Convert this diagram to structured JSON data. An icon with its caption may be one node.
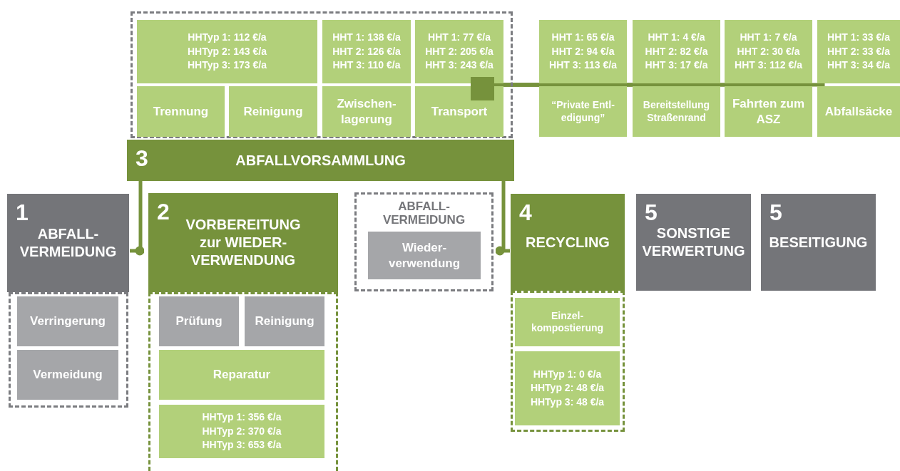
{
  "diagram": {
    "nodes": [
      {
        "text": [],
        "shape": "box"
      },
      {
        "text": [
          "HHTyp 1: 112 €/a HHTyp 2: 143 €/a HHTyp 3: 173 €/a"
        ],
        "in": 0
      },
      {
        "text": [
          "HHT 1: 138 €/a HHT 2: 126 €/a HHT 3: 110 €/a"
        ],
        "in": 0
      },
      {
        "text": [
          "HHT 1: 77 €/a HHT 2: 205 €/a HHT 3: 243 €/a"
        ],
        "in": 0
      },
      {
        "text": [
          "Trennung"
        ],
        "in": 0
      },
      {
        "text": [
          "Reinigung"
        ],
        "in": 0
      },
      {
        "text": [
          "Zwischen- lagerung"
        ],
        "in": 0
      },
      {
        "text": [
          "Transport"
        ],
        "in": 0
      },
      {
        "text": [],
        "shape": "box",
        "in": 0
      },
      {
        "text": [
          "HHT 1: 65 €/a HHT 2: 94 €/a HHT 3: 113 €/a"
        ]
      },
      {
        "text": [
          "HHT 1: 4 €/a HHT 2: 82 €/a HHT 3: 17 €/a"
        ]
      },
      {
        "text": [
          "HHT 1: 7 €/a HHT 2: 30 €/a HHT 3: 112 €/a"
        ]
      },
      {
        "text": [
          "HHT 1: 33 €/a HHT 2: 33 €/a HHT 3: 34 €/a"
        ]
      },
      {
        "text": [
          "“Private Entl- edigung”"
        ]
      },
      {
        "text": [
          "Bereitstellung Straßenrand"
        ]
      },
      {
        "text": [
          "Fahrten zum ASZ"
        ]
      },
      {
        "text": [
          "Abfallsäcke"
        ]
      },
      {
        "text": [
          "3",
          "ABFALLVORSAMMLUNG"
        ]
      },
      {
        "text": [
          "1",
          "ABFALL- VERMEIDUNG"
        ]
      },
      {
        "text": [],
        "shape": "box"
      },
      {
        "text": [
          "Verringerung"
        ],
        "in": 19
      },
      {
        "text": [
          "Vermeidung"
        ],
        "in": 19
      },
      {
        "text": [
          "2",
          "VORBEREITUNG zur WIEDER- VERWENDUNG"
        ]
      },
      {
        "text": [],
        "shape": "box"
      },
      {
        "text": [
          "Prüfung"
        ],
        "in": 23
      },
      {
        "text": [
          "Reinigung"
        ],
        "in": 23
      },
      {
        "text": [
          "Reparatur"
        ],
        "in": 23
      },
      {
        "text": [
          "HHTyp 1: 356 €/a HHTyp 2: 370 €/a HHTyp 3: 653 €/a"
        ],
        "in": 23
      },
      {
        "text": [
          "ABFALL- VERMEIDUNG"
        ]
      },
      {
        "text": [
          "Wieder- verwendung"
        ],
        "in": 28
      },
      {
        "text": [
          "4",
          "RECYCLING"
        ]
      },
      {
        "text": [],
        "shape": "box"
      },
      {
        "text": [
          "Einzel- kompostierung"
        ],
        "in": 31
      },
      {
        "text": [
          "HHTyp 1: 0 €/a HHTyp 2: 48 €/a HHTyp 3: 48 €/a"
        ],
        "in": 31
      },
      {
        "text": [
          "5",
          "SONSTIGE VERWERTUNG"
        ]
      },
      {
        "text": [
          "5",
          "BESEITIGUNG"
        ]
      }
    ],
    "edges": [
      {
        "from": 8,
        "to": 13,
        "arrow": "none"
      },
      {
        "from": 8,
        "to": 14,
        "arrow": "none"
      },
      {
        "from": 8,
        "to": 15,
        "arrow": "none"
      },
      {
        "from": 8,
        "to": 16,
        "arrow": "none"
      },
      {
        "from": 17,
        "to": 18,
        "arrow": "other"
      },
      {
        "from": 17,
        "to": 30,
        "arrow": "other"
      }
    ]
  }
}
